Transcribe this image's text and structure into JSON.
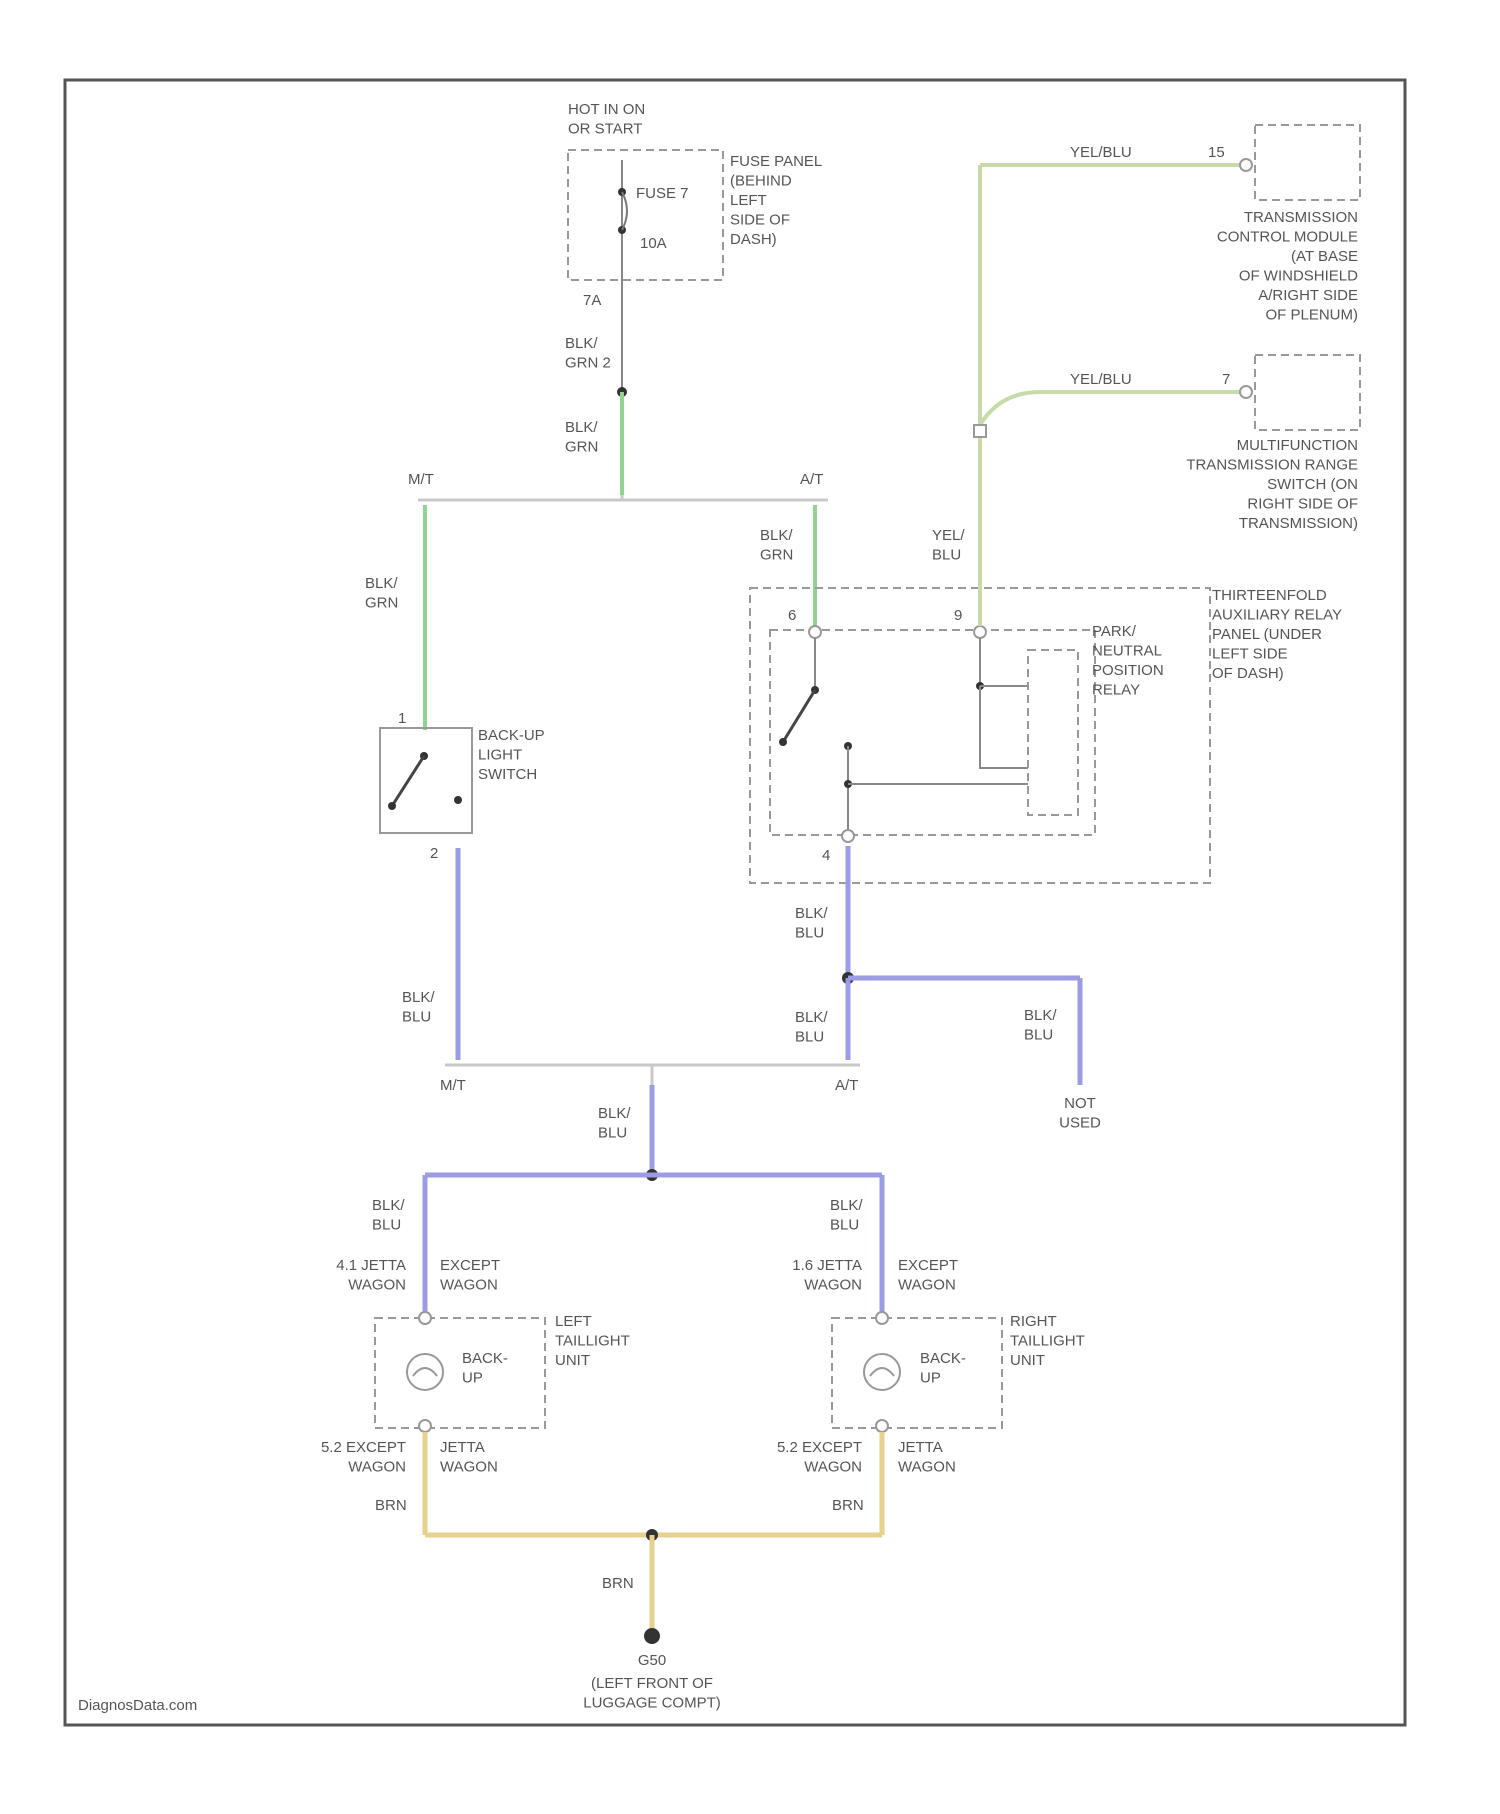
{
  "power_source": "HOT IN ON\nOR START",
  "fuse_panel": {
    "label": "FUSE PANEL\n(BEHIND\nLEFT\nSIDE OF\nDASH)",
    "fuse_name": "FUSE 7",
    "fuse_rating": "10A",
    "terminal": "7A"
  },
  "wires": {
    "blk_grn_2": "BLK/\nGRN 2",
    "blk_grn": "BLK/\nGRN",
    "blk_blu": "BLK/\nBLU",
    "yel_blu": "YEL/BLU",
    "yel_blu_v": "YEL/\nBLU",
    "brn": "BRN"
  },
  "branches": {
    "mt": "M/T",
    "at": "A/T"
  },
  "tcm": {
    "pin": "15",
    "label": "TRANSMISSION\nCONTROL MODULE\n(AT BASE\nOF WINDSHIELD\nA/RIGHT SIDE\nOF PLENUM)"
  },
  "range_switch": {
    "pin": "7",
    "label": "MULTIFUNCTION\nTRANSMISSION RANGE\nSWITCH (ON\nRIGHT SIDE OF\nTRANSMISSION)"
  },
  "relay_panel": {
    "label": "THIRTEENFOLD\nAUXILIARY RELAY\nPANEL (UNDER\nLEFT SIDE\nOF DASH)",
    "relay_label": "PARK/\nNEUTRAL\nPOSITION\nRELAY",
    "pin_top_left": "6",
    "pin_top_right": "9",
    "pin_bottom": "4"
  },
  "backup_switch": {
    "label": "BACK-UP\nLIGHT\nSWITCH",
    "pin_top": "1",
    "pin_bottom": "2"
  },
  "not_used": "NOT\nUSED",
  "left_taillight": {
    "label": "LEFT\nTAILLIGHT\nUNIT",
    "lamp": "BACK-\nUP",
    "top_left": "4.1 JETTA\nWAGON",
    "top_right": "EXCEPT\nWAGON",
    "bottom_left": "5.2 EXCEPT\nWAGON",
    "bottom_right": "JETTA\nWAGON"
  },
  "right_taillight": {
    "label": "RIGHT\nTAILLIGHT\nUNIT",
    "lamp": "BACK-\nUP",
    "top_left": "1.6 JETTA\nWAGON",
    "top_right": "EXCEPT\nWAGON",
    "bottom_left": "5.2 EXCEPT\nWAGON",
    "bottom_right": "JETTA\nWAGON"
  },
  "ground": {
    "id": "G50",
    "label": "(LEFT FRONT OF\nLUGGAGE COMPT)"
  },
  "watermark": "DiagnosData.com",
  "colors": {
    "grn_wire": "#8fd48f",
    "yel_wire": "#c6dba8",
    "blu_wire": "#9b9be6",
    "brn_wire": "#e6d18f"
  }
}
